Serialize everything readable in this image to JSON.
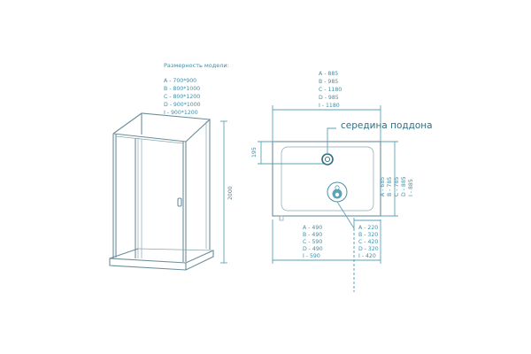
{
  "model_sizes": {
    "title": "Размерность модели:",
    "items": [
      "A - 700*900",
      "B - 800*1000",
      "C - 800*1200",
      "D - 900*1000",
      "I - 900*1200"
    ]
  },
  "cabin": {
    "height_label": "2000"
  },
  "top_width_list": [
    "A - 885",
    "B - 985",
    "C - 1180",
    "D - 985",
    "I - 1180"
  ],
  "tray": {
    "center_label": "середина поддона",
    "side_offset": "195"
  },
  "right_depth_list": [
    "A - 685",
    "B - 785",
    "C - 785",
    "D - 885",
    "I - 885"
  ],
  "bottom_left_list": [
    "A - 490",
    "B - 490",
    "C - 590",
    "D - 490",
    "I - 590"
  ],
  "bottom_right_list": [
    "A - 220",
    "B - 320",
    "C - 420",
    "D - 320",
    "I - 420"
  ],
  "colors": {
    "dimension": "#5aa3b8",
    "outline": "#6d8d99",
    "label": "#3f8fa8"
  }
}
